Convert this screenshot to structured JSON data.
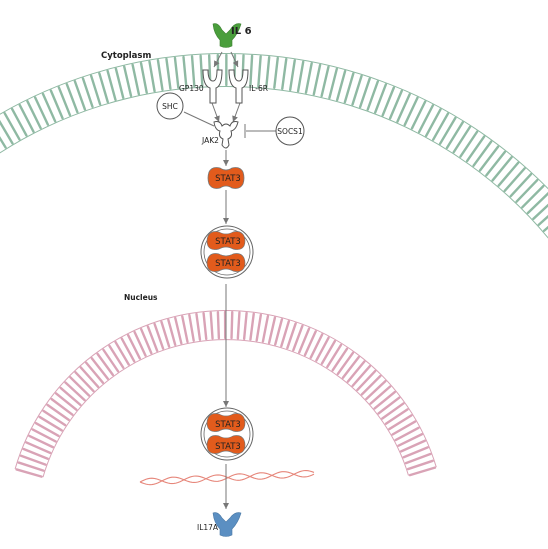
{
  "labels": {
    "ligand": "IL 6",
    "cytoplasm": "Cytoplasm",
    "receptor_left": "GP130",
    "receptor_right": "IL-6R",
    "shc": "SHC",
    "jak": "JAK2",
    "socs": "SOCS1",
    "nucleus": "Nucleus",
    "stat_monomer": "STAT3",
    "dimer_top": "STAT3",
    "dimer_bottom": "STAT3",
    "nuclear_dimer_top": "STAT3",
    "nuclear_dimer_bottom": "STAT3",
    "output": "IL17A"
  },
  "colors": {
    "ligand": "#4a9e3c",
    "membrane": "#8fb9a3",
    "nuclear_membrane": "#d9a3b6",
    "stat": "#e25b1c",
    "dna": "#e6867a",
    "output": "#5b8fc2",
    "arrow": "#777777"
  },
  "icons": {
    "ligand": "y-shaped-ligand-icon",
    "receptor": "receptor-icon",
    "kinase": "jak-kinase-icon",
    "output": "antibody-shaped-icon"
  }
}
